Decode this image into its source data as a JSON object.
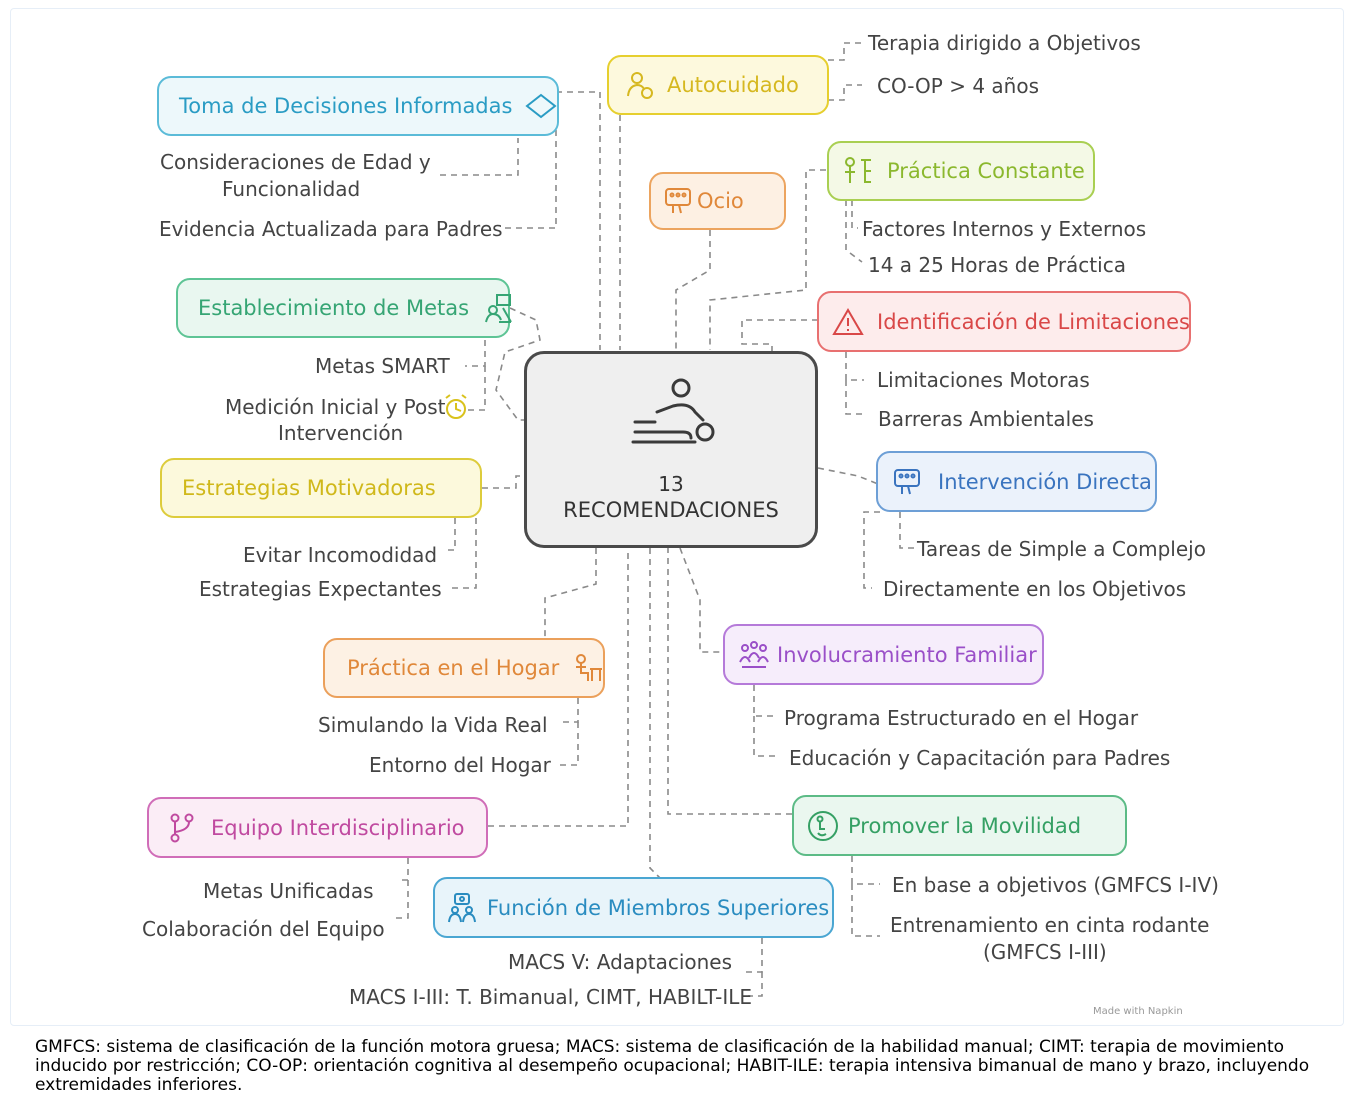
{
  "center": {
    "count": "13",
    "title": "RECOMENDACIONES",
    "icon": "therapy-person-icon"
  },
  "nodes": {
    "decisiones": {
      "title": "Toma de Decisiones Informadas",
      "icon": "diamond-icon",
      "color": "#3aa6c9",
      "items": [
        "Consideraciones de Edad y",
        "Funcionalidad",
        "Evidencia Actualizada para Padres"
      ]
    },
    "autocuidado": {
      "title": "Autocuidado",
      "icon": "self-care-icon",
      "color": "#e0c21a",
      "items": [
        "Terapia dirigido a Objetivos",
        "CO-OP > 4 años"
      ]
    },
    "ocio": {
      "title": "Ocio",
      "icon": "leisure-icon",
      "color": "#e89a4d"
    },
    "practica": {
      "title": "Práctica Constante",
      "icon": "practice-icon",
      "color": "#9ac53a",
      "items": [
        "Factores Internos y Externos",
        "14 a 25 Horas de Práctica"
      ]
    },
    "metas": {
      "title": "Establecimiento de Metas",
      "icon": "goal-setting-icon",
      "color": "#4cb98a",
      "items": [
        "Metas SMART",
        "Medición Inicial y Post",
        "Intervención"
      ]
    },
    "limitaciones": {
      "title": "Identificación de Limitaciones",
      "icon": "warning-icon",
      "color": "#e05a5a",
      "items": [
        "Limitaciones Motoras",
        "Barreras Ambientales"
      ]
    },
    "estrategias": {
      "title": "Estrategias Motivadoras",
      "icon": "motivation-icon",
      "color": "#d8c41e",
      "items": [
        "Evitar Incomodidad",
        "Estrategias Expectantes"
      ]
    },
    "intervencion": {
      "title": "Intervención Directa",
      "icon": "direct-intervention-icon",
      "color": "#4a82c8",
      "items": [
        "Tareas de Simple a Complejo",
        "Directamente en los Objetivos"
      ]
    },
    "hogar": {
      "title": "Práctica en el Hogar",
      "icon": "home-practice-icon",
      "color": "#e0883a",
      "items": [
        "Simulando la Vida Real",
        "Entorno del Hogar"
      ]
    },
    "familiar": {
      "title": "Involucramiento Familiar",
      "icon": "family-icon",
      "color": "#a25bd0",
      "items": [
        "Programa Estructurado en el Hogar",
        "Educación y Capacitación para Padres"
      ]
    },
    "equipo": {
      "title": "Equipo Interdisciplinario",
      "icon": "branch-icon",
      "color": "#c94fa8",
      "items": [
        "Metas Unificadas",
        "Colaboración del Equipo"
      ]
    },
    "movilidad": {
      "title": "Promover la Movilidad",
      "icon": "mobility-icon",
      "color": "#3aa86a",
      "items": [
        "En base a objetivos (GMFCS I-IV)",
        "Entrenamiento en cinta rodante",
        "(GMFCS I-III)"
      ]
    },
    "miembros": {
      "title": "Función de Miembros Superiores",
      "icon": "upper-limb-icon",
      "color": "#2f8fc0",
      "items": [
        "MACS V: Adaptaciones",
        "MACS I-III: T. Bimanual, CIMT, HABILT-ILE"
      ]
    }
  },
  "watermark": "Made with Napkin",
  "footnote": "GMFCS: sistema de clasificación de la función motora gruesa; MACS: sistema de clasificación de la habilidad manual; CIMT: terapia de movimiento inducido por restricción; CO-OP: orientación cognitiva al desempeño ocupacional; HABIT-ILE: terapia intensiva bimanual de mano y brazo, incluyendo extremidades inferiores."
}
